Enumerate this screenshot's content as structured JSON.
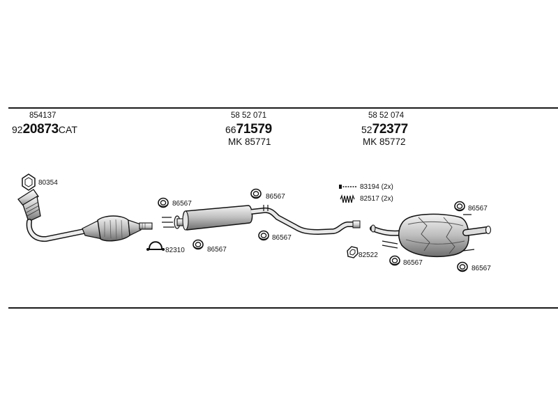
{
  "groups": [
    {
      "code": "854137",
      "part_prefix": "92",
      "part_bold": "20873",
      "part_suffix": "CAT",
      "mk": ""
    },
    {
      "code": "58 52 071",
      "part_prefix": "66",
      "part_bold": "71579",
      "part_suffix": "",
      "mk": "MK  85771"
    },
    {
      "code": "58 52 074",
      "part_prefix": "52",
      "part_bold": "72377",
      "part_suffix": "",
      "mk": "MK  85772"
    }
  ],
  "callouts": {
    "c80354": "80354",
    "c86567_a": "86567",
    "c82310": "82310",
    "c86567_b": "86567",
    "c86567_c": "86567",
    "c86567_d": "86567",
    "c83194": "83194 (2x)",
    "c82517": "82517 (2x)",
    "c82522": "82522",
    "c86567_e": "86567",
    "c86567_f": "86567",
    "c86567_g": "86567"
  },
  "colors": {
    "line": "#1a1a1a",
    "metal_light": "#d9d9d9",
    "metal_dark": "#8c8c8c"
  }
}
